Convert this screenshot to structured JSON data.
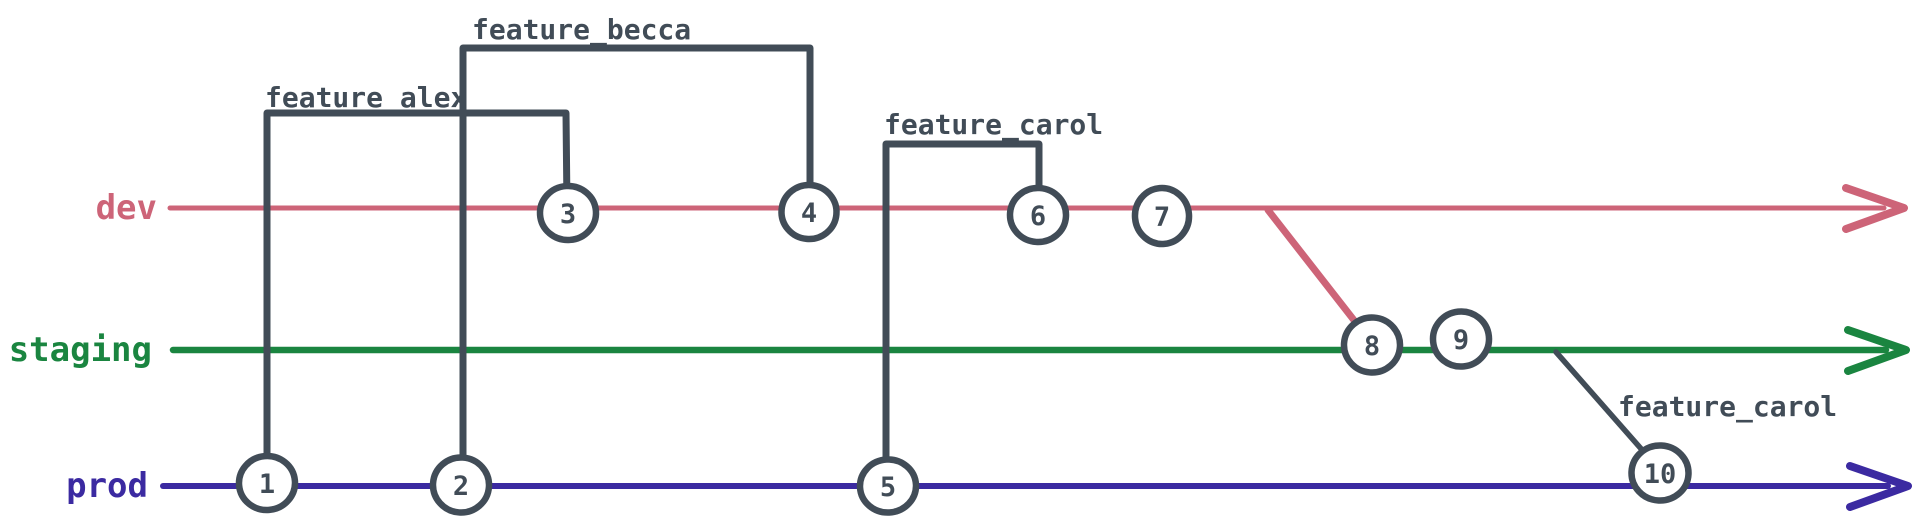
{
  "diagram": {
    "type": "git-branch-graph",
    "colors": {
      "dev": "#cd6478",
      "staging": "#1a8540",
      "prod": "#3b2aa1",
      "outline": "#414c57",
      "node_fill": "#ffffff"
    },
    "branches": [
      {
        "name": "dev",
        "color": "#cd6478"
      },
      {
        "name": "staging",
        "color": "#1a8540"
      },
      {
        "name": "prod",
        "color": "#3b2aa1"
      }
    ],
    "feature_labels": [
      {
        "text": "feature_becca"
      },
      {
        "text": "feature_alex"
      },
      {
        "text": "feature_carol"
      },
      {
        "text": "feature_carol"
      }
    ],
    "commits": [
      {
        "label": "1",
        "branch": "prod"
      },
      {
        "label": "2",
        "branch": "prod"
      },
      {
        "label": "3",
        "branch": "dev"
      },
      {
        "label": "4",
        "branch": "dev"
      },
      {
        "label": "5",
        "branch": "prod"
      },
      {
        "label": "6",
        "branch": "dev"
      },
      {
        "label": "7",
        "branch": "dev"
      },
      {
        "label": "8",
        "branch": "staging"
      },
      {
        "label": "9",
        "branch": "staging"
      },
      {
        "label": "10",
        "branch": "prod"
      }
    ],
    "edges": [
      {
        "type": "feature-branch",
        "label": "feature_alex",
        "from_commit": "1",
        "to_commit": "3"
      },
      {
        "type": "feature-branch",
        "label": "feature_becca",
        "from_commit": "2",
        "to_commit": "4"
      },
      {
        "type": "feature-branch",
        "label": "feature_carol",
        "from_commit": "5",
        "to_commit": "6"
      },
      {
        "type": "merge",
        "from_branch": "dev",
        "to_commit": "8"
      },
      {
        "type": "feature-branch",
        "label": "feature_carol",
        "from_branch": "staging",
        "to_commit": "10"
      }
    ]
  }
}
